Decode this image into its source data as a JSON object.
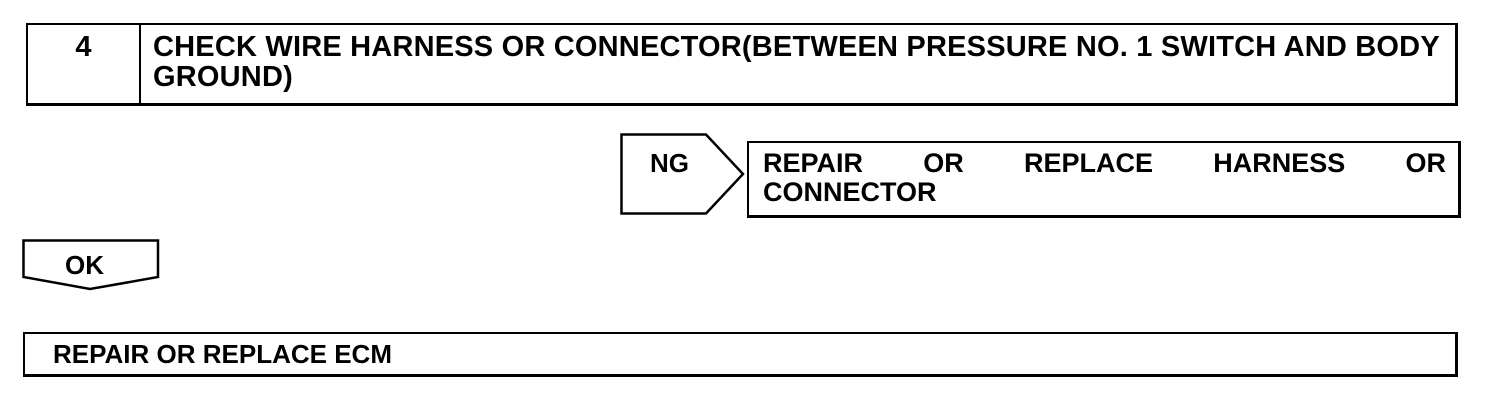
{
  "step": {
    "number": "4",
    "title": "CHECK WIRE HARNESS OR CONNECTOR(BETWEEN PRESSURE NO. 1 SWITCH AND BODY GROUND)"
  },
  "ng_branch": {
    "label": "NG",
    "result_words_line1": [
      "REPAIR",
      "OR",
      "REPLACE",
      "HARNESS",
      "OR"
    ],
    "result_line2": "CONNECTOR"
  },
  "ok_branch": {
    "label": "OK"
  },
  "final_action": {
    "text": "REPAIR OR REPLACE ECM"
  }
}
